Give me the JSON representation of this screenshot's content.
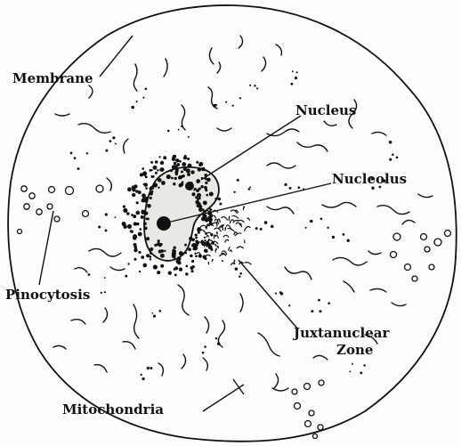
{
  "labels": {
    "membrane": "Membrane",
    "nucleus": "Nucleus",
    "nucleolus": "Nucleolus",
    "pinocytosis": "Pinocytosis",
    "juxtanuclear_line1": "Juxtanuclear",
    "juxtanuclear_line2": "Zone",
    "mitochondria": "Mitochondria"
  },
  "colors": {
    "ink": "#111111",
    "nucleus_fill": "#e9e9e4",
    "background": "#fdfdfb"
  }
}
